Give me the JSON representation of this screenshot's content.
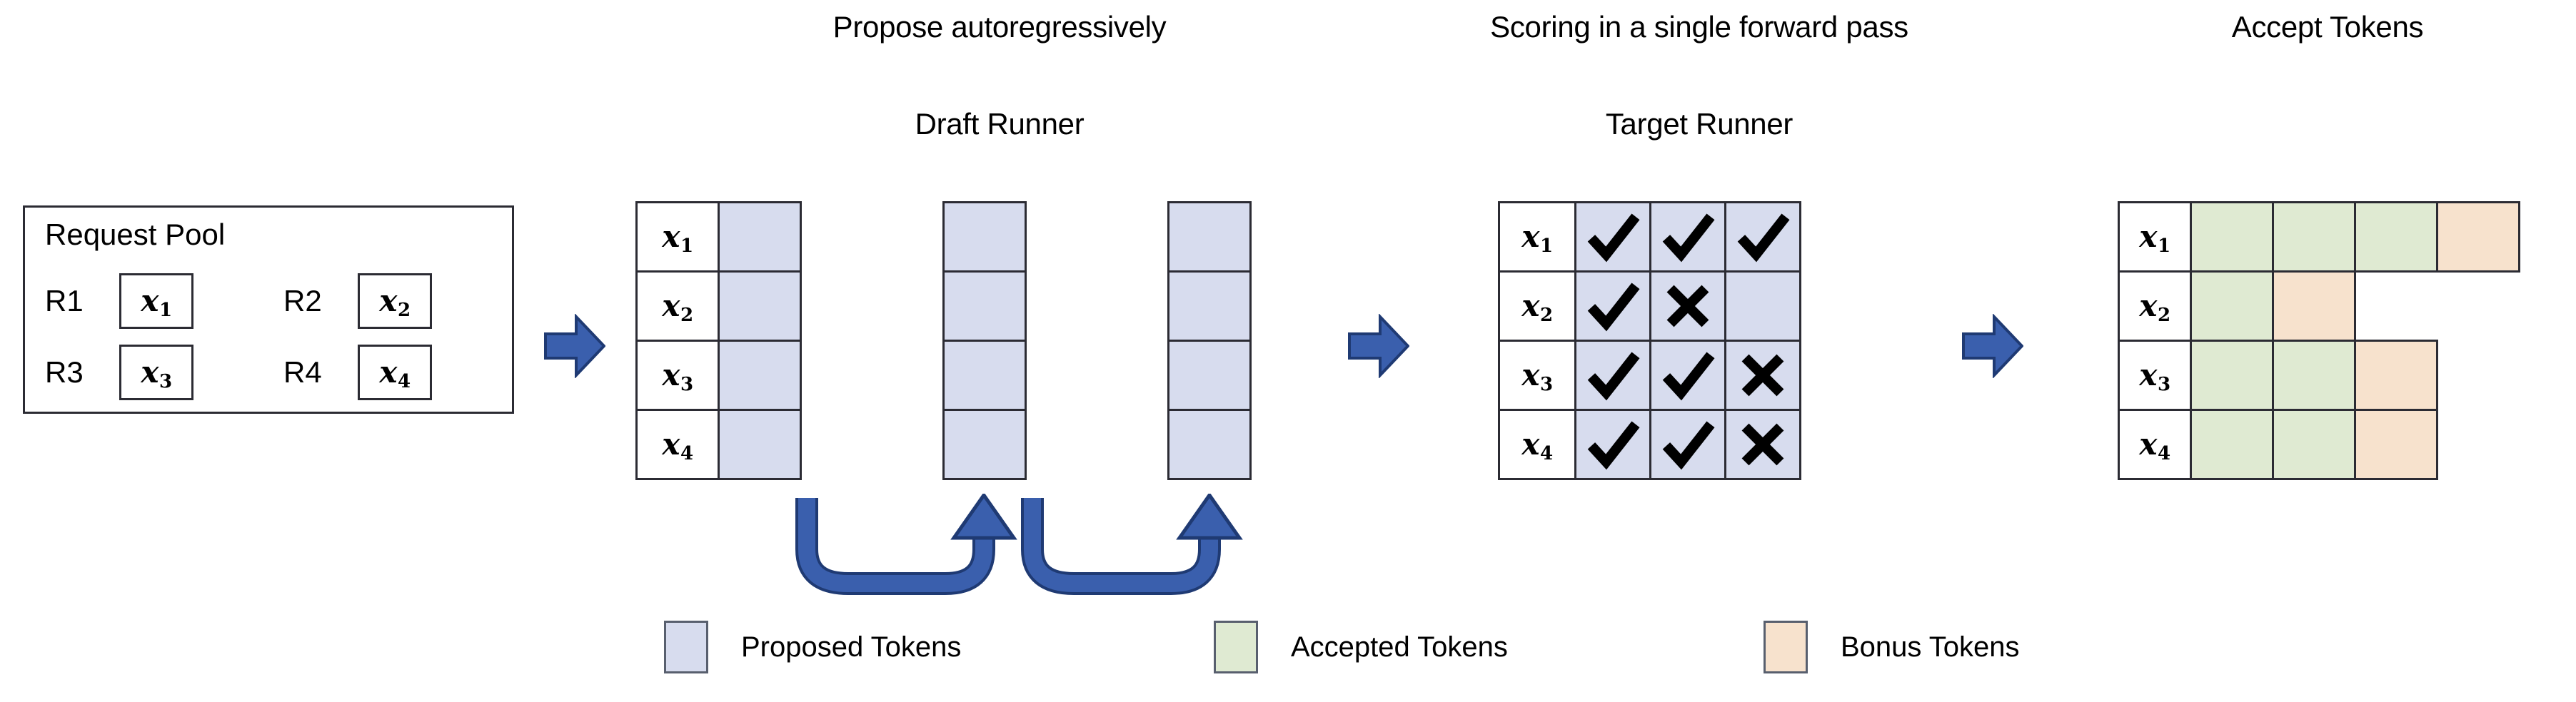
{
  "figure": {
    "type": "pipeline-diagram",
    "background": "#ffffff"
  },
  "stage_titles": {
    "propose": "Propose autoregressively",
    "scoring": "Scoring in a single forward pass",
    "accept": "Accept Tokens"
  },
  "runner_titles": {
    "draft": "Draft Runner",
    "target": "Target Runner"
  },
  "request_pool": {
    "title": "Request Pool",
    "requests": [
      {
        "label": "R1",
        "token": "x",
        "index": "1"
      },
      {
        "label": "R2",
        "token": "x",
        "index": "2"
      },
      {
        "label": "R3",
        "token": "x",
        "index": "3"
      },
      {
        "label": "R4",
        "token": "x",
        "index": "4"
      }
    ]
  },
  "row_labels": [
    {
      "token": "x",
      "index": "1"
    },
    {
      "token": "x",
      "index": "2"
    },
    {
      "token": "x",
      "index": "3"
    },
    {
      "token": "x",
      "index": "4"
    }
  ],
  "draft_runner": {
    "steps": 3,
    "rows": 4,
    "cell_fill": "proposed",
    "loop_arrows": 2,
    "loop_arrow_direction": "right"
  },
  "target_runner": {
    "columns": 3,
    "rows": 4,
    "cells": [
      [
        "check",
        "check",
        "check"
      ],
      [
        "check",
        "cross",
        "empty"
      ],
      [
        "check",
        "check",
        "cross"
      ],
      [
        "check",
        "check",
        "cross"
      ]
    ]
  },
  "accept_tokens": {
    "rows": [
      [
        "accepted",
        "accepted",
        "accepted",
        "bonus"
      ],
      [
        "accepted",
        "bonus"
      ],
      [
        "accepted",
        "accepted",
        "bonus"
      ],
      [
        "accepted",
        "accepted",
        "bonus"
      ]
    ]
  },
  "legend": [
    {
      "label": "Proposed Tokens",
      "color": "#d7dcee",
      "key": "proposed"
    },
    {
      "label": "Accepted Tokens",
      "color": "#dfead2",
      "key": "accepted"
    },
    {
      "label": "Bonus Tokens",
      "color": "#f7e2cd",
      "key": "bonus"
    }
  ],
  "colors": {
    "proposed": "#d7dcee",
    "accepted": "#dfead2",
    "bonus": "#f7e2cd",
    "arrow_fill": "#3a5fad",
    "arrow_stroke": "#1f3a73",
    "border": "#2b2b33",
    "text": "#000000"
  },
  "arrows": [
    {
      "name": "pool-to-draft"
    },
    {
      "name": "draft-to-target"
    },
    {
      "name": "target-to-accept"
    }
  ]
}
